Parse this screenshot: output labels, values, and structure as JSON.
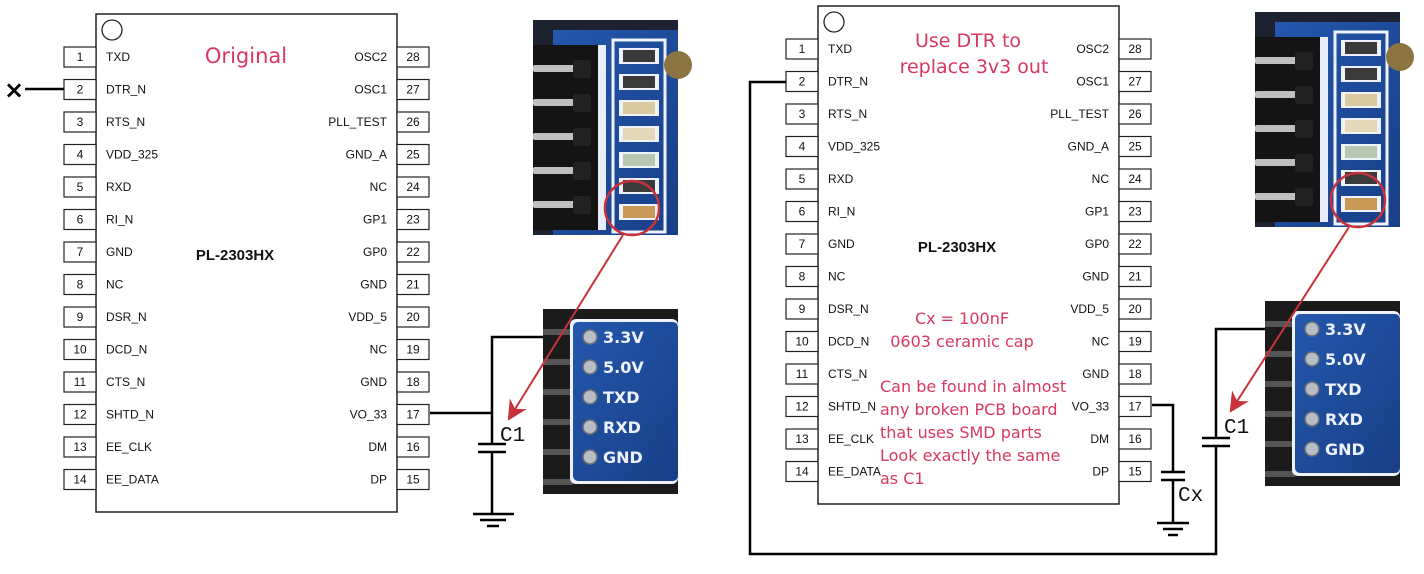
{
  "chip": {
    "name": "PL-2303HX",
    "left_pins": [
      {
        "num": "1",
        "label": "TXD"
      },
      {
        "num": "2",
        "label": "DTR_N"
      },
      {
        "num": "3",
        "label": "RTS_N"
      },
      {
        "num": "4",
        "label": "VDD_325"
      },
      {
        "num": "5",
        "label": "RXD"
      },
      {
        "num": "6",
        "label": "RI_N"
      },
      {
        "num": "7",
        "label": "GND"
      },
      {
        "num": "8",
        "label": "NC"
      },
      {
        "num": "9",
        "label": "DSR_N"
      },
      {
        "num": "10",
        "label": "DCD_N"
      },
      {
        "num": "11",
        "label": "CTS_N"
      },
      {
        "num": "12",
        "label": "SHTD_N"
      },
      {
        "num": "13",
        "label": "EE_CLK"
      },
      {
        "num": "14",
        "label": "EE_DATA"
      }
    ],
    "right_pins": [
      {
        "num": "28",
        "label": "OSC2"
      },
      {
        "num": "27",
        "label": "OSC1"
      },
      {
        "num": "26",
        "label": "PLL_TEST"
      },
      {
        "num": "25",
        "label": "GND_A"
      },
      {
        "num": "24",
        "label": "NC"
      },
      {
        "num": "23",
        "label": "GP1"
      },
      {
        "num": "22",
        "label": "GP0"
      },
      {
        "num": "21",
        "label": "GND"
      },
      {
        "num": "20",
        "label": "VDD_5"
      },
      {
        "num": "19",
        "label": "NC"
      },
      {
        "num": "18",
        "label": "GND"
      },
      {
        "num": "17",
        "label": "VO_33"
      },
      {
        "num": "16",
        "label": "DM"
      },
      {
        "num": "15",
        "label": "DP"
      }
    ]
  },
  "left_diagram": {
    "title": "Original",
    "unconnected_marker": "×",
    "cap_label": "C1"
  },
  "right_diagram": {
    "title_line1": "Use DTR to",
    "title_line2": "replace 3v3 out",
    "note_cx_line1": "Cx = 100nF",
    "note_cx_line2": "0603 ceramic cap",
    "note_lines": [
      "Can be found in almost",
      "any broken PCB board",
      "that uses SMD parts",
      "Look exactly the same",
      "as C1"
    ],
    "cap_label_c1": "C1",
    "cap_label_cx": "Cx"
  },
  "pcb_header_labels": [
    "3.3V",
    "5.0V",
    "TXD",
    "RXD",
    "GND"
  ],
  "colors": {
    "annotation": "#d8385d",
    "arrow": "#c8323a",
    "pcb_blue": "#1e4fa0",
    "wire": "#000000"
  }
}
